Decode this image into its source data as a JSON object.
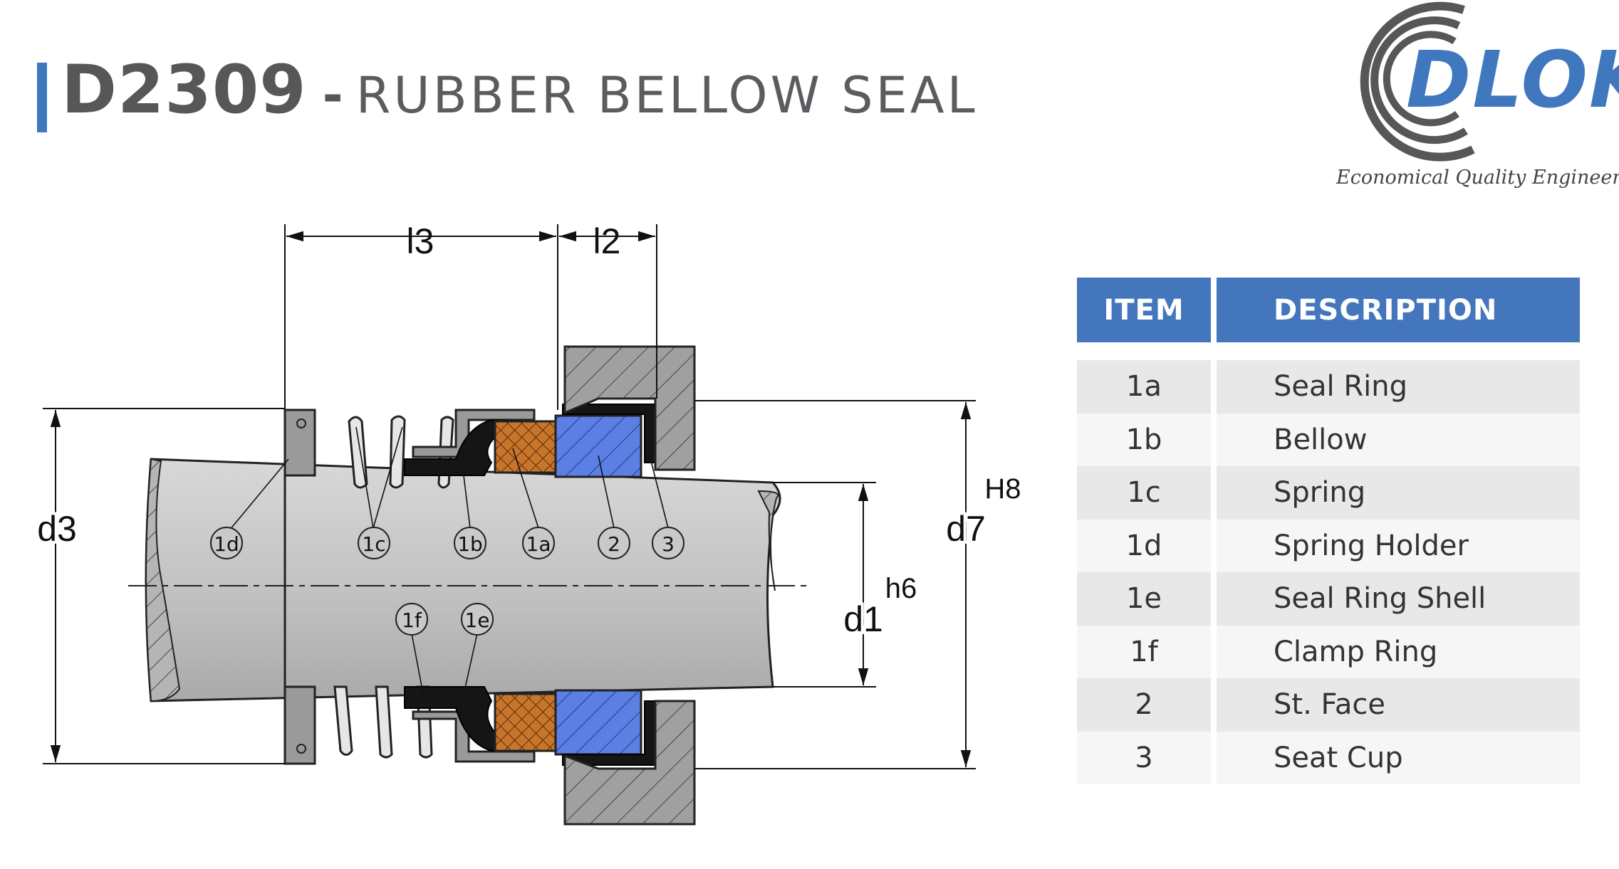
{
  "title": {
    "code": "D2309",
    "separator": "-",
    "name": "RUBBER BELLOW SEAL"
  },
  "logo": {
    "text": "DLOK",
    "tagline": "Economical Quality Engineering",
    "colors": {
      "blue": "#3f78bf",
      "gray": "#555759"
    }
  },
  "drawing": {
    "dimensions": {
      "l3": "l3",
      "l2": "l2",
      "d3": "d3",
      "d7": "d7",
      "d1": "d1",
      "h8": "H8",
      "h6": "h6"
    },
    "callouts": [
      "1d",
      "1c",
      "1b",
      "1a",
      "2",
      "3",
      "1f",
      "1e"
    ],
    "colors": {
      "shaft": "#c9c9c9",
      "housing": "#9a9a9a",
      "face": "#c6742c",
      "seat": "#5a7ee0",
      "rubber": "#1a1a1a"
    }
  },
  "table": {
    "headers": {
      "item": "ITEM",
      "description": "DESCRIPTION"
    },
    "header_color": "#4476bd",
    "rows": [
      {
        "item": "1a",
        "description": "Seal Ring"
      },
      {
        "item": "1b",
        "description": "Bellow"
      },
      {
        "item": "1c",
        "description": "Spring"
      },
      {
        "item": "1d",
        "description": "Spring Holder"
      },
      {
        "item": "1e",
        "description": "Seal Ring Shell"
      },
      {
        "item": "1f",
        "description": "Clamp Ring"
      },
      {
        "item": "2",
        "description": "St. Face"
      },
      {
        "item": "3",
        "description": "Seat Cup"
      }
    ]
  }
}
